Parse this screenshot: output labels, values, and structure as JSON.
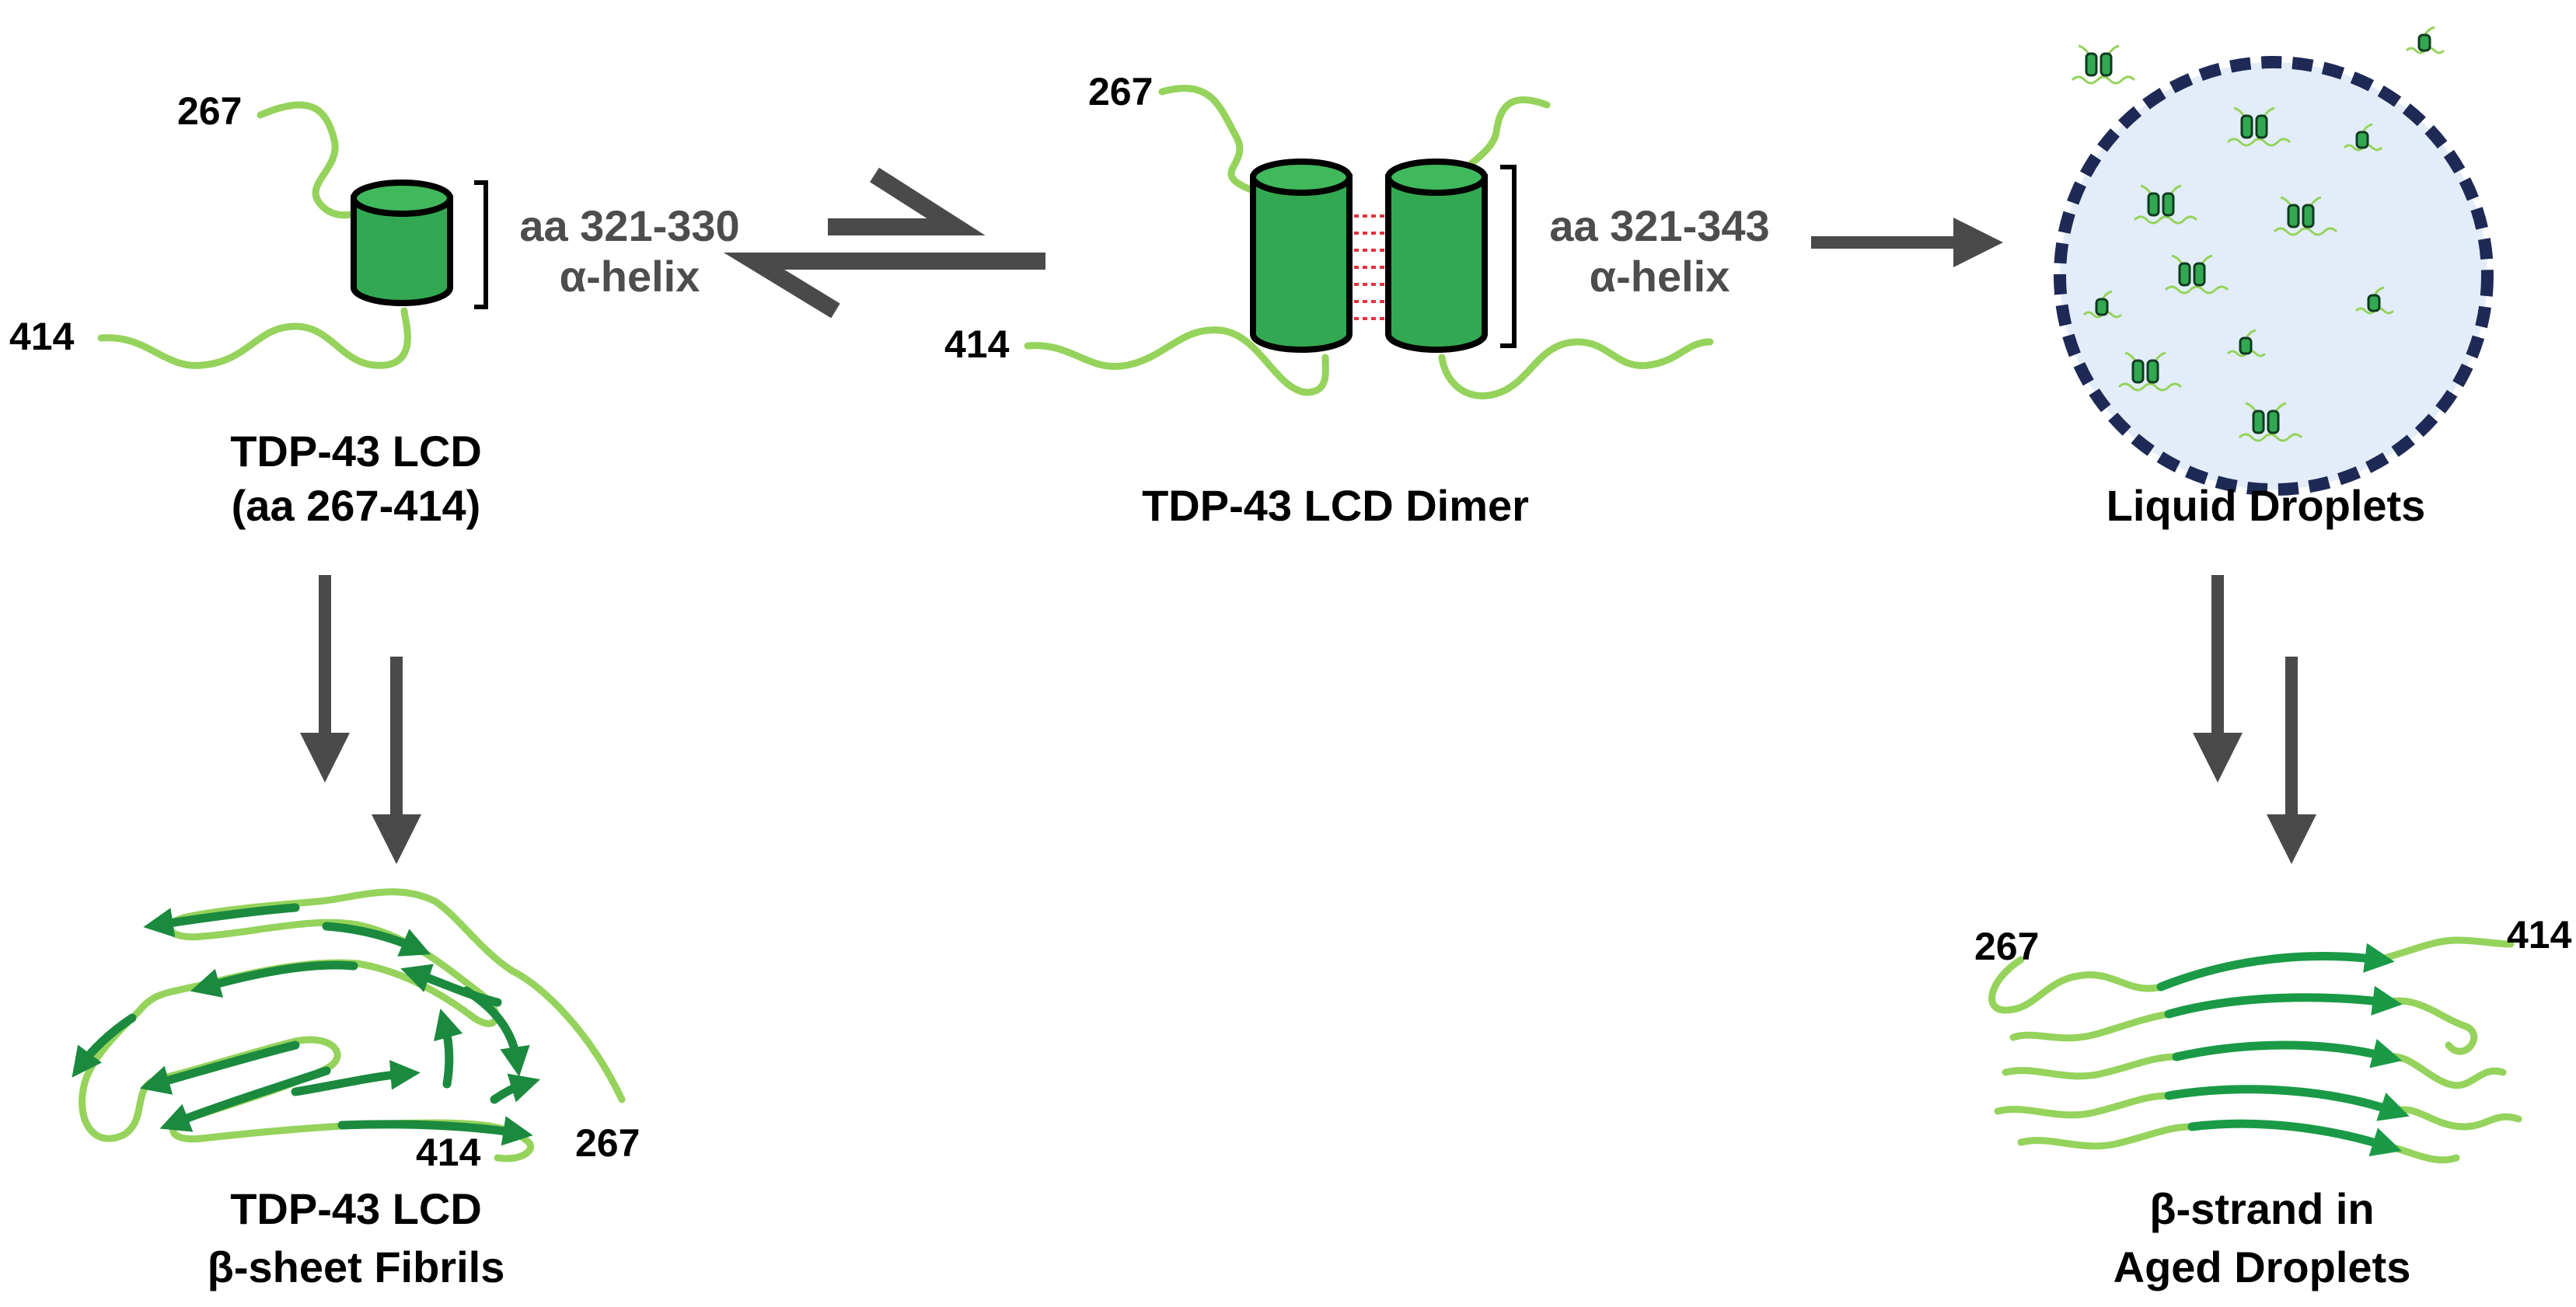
{
  "colors": {
    "coil": "#95D35C",
    "helix": "#33A852",
    "helix_dark": "#1E7A3A",
    "strand": "#1B8A3E",
    "arrow": "#4A4A4A",
    "droplet_fill": "#E3EDFA",
    "droplet_border": "#1E2A55",
    "contact": "#E8303A",
    "text": "#000000",
    "annotation": "#4D4D4D"
  },
  "monomer": {
    "label_n": "267",
    "label_c": "414",
    "helix_range": "aa 321-330",
    "helix_type": "α-helix",
    "title_line1": "TDP-43 LCD",
    "title_line2": "(aa 267-414)"
  },
  "dimer": {
    "label_n": "267",
    "label_c": "414",
    "helix_range": "aa 321-343",
    "helix_type": "α-helix",
    "title": "TDP-43 LCD Dimer"
  },
  "droplets": {
    "title": "Liquid Droplets"
  },
  "fibrils": {
    "label_c": "414",
    "label_n": "267",
    "title_line1": "TDP-43 LCD",
    "title_line2": "β-sheet Fibrils"
  },
  "aged": {
    "label_n": "267",
    "label_c": "414",
    "title_line1": "β-strand in",
    "title_line2": "Aged Droplets"
  }
}
